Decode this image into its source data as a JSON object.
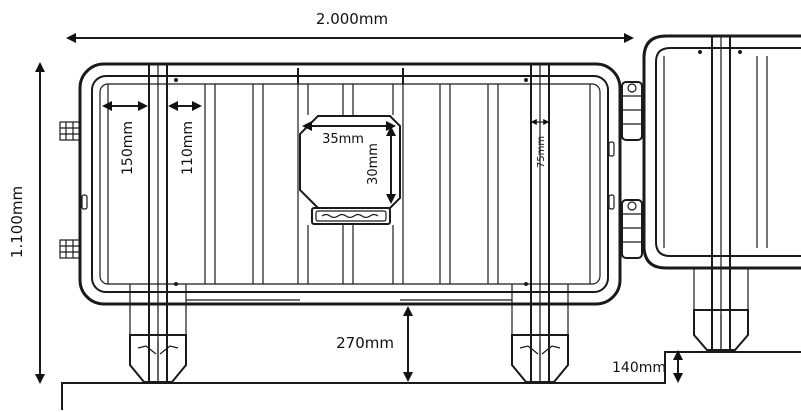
{
  "dimensions": {
    "total_width": "2.000mm",
    "total_height": "1.100mm",
    "leg_clearance": "270mm",
    "step_height": "140mm",
    "post_gap_outer": "150mm",
    "post_gap_inner": "110mm",
    "sign_width": "35mm",
    "sign_height": "30mm",
    "bar_width": "75mm"
  },
  "colors": {
    "line": "#1a1a1a",
    "background": "#ffffff"
  }
}
